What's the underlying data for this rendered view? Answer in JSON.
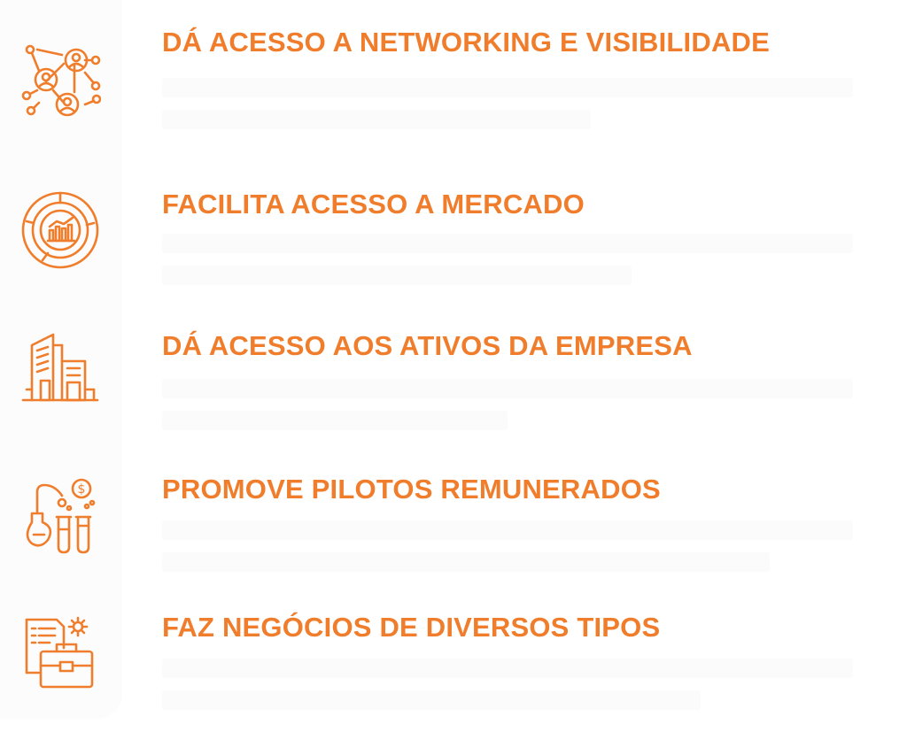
{
  "colors": {
    "accent": "#f07d2b",
    "background": "#ffffff"
  },
  "items": [
    {
      "title": "DÁ ACESSO A NETWORKING E VISIBILIDADE",
      "icon": "network-people-icon"
    },
    {
      "title": "FACILITA ACESSO A MERCADO",
      "icon": "market-chart-icon"
    },
    {
      "title": "DÁ ACESSO AOS ATIVOS DA EMPRESA",
      "icon": "buildings-icon"
    },
    {
      "title": "PROMOVE PILOTOS REMUNERADOS",
      "icon": "lab-experiment-icon"
    },
    {
      "title": "FAZ NEGÓCIOS DE DIVERSOS TIPOS",
      "icon": "business-briefcase-icon"
    }
  ]
}
